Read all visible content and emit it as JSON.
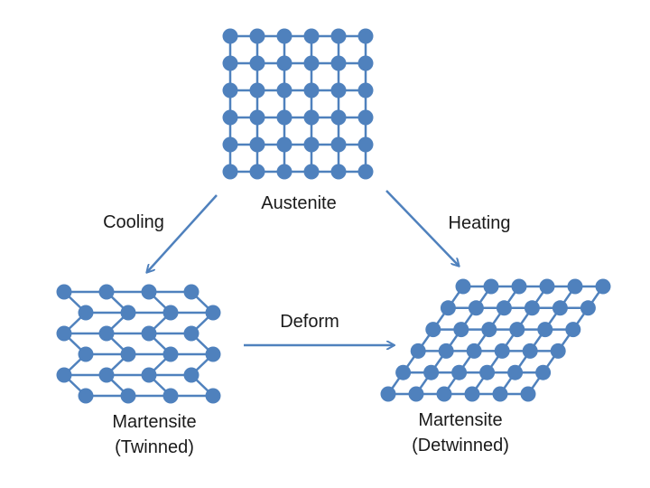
{
  "colors": {
    "lattice": "#4f81bd",
    "atom": "#4f81bd",
    "text": "#1a1a1a"
  },
  "labels": {
    "austenite": "Austenite",
    "cooling": "Cooling",
    "heating": "Heating",
    "deform": "Deform",
    "martensite_twinned_line1": "Martensite",
    "martensite_twinned_line2": "(Twinned)",
    "martensite_detwinned_line1": "Martensite",
    "martensite_detwinned_line2": "(Detwinned)"
  },
  "lattices": {
    "austenite": {
      "shape": "square",
      "rows": 6,
      "cols": 6
    },
    "twinned": {
      "shape": "zigzag",
      "rows": 6,
      "cols": 4
    },
    "detwinned": {
      "shape": "sheared",
      "rows": 6,
      "cols": 6
    }
  }
}
